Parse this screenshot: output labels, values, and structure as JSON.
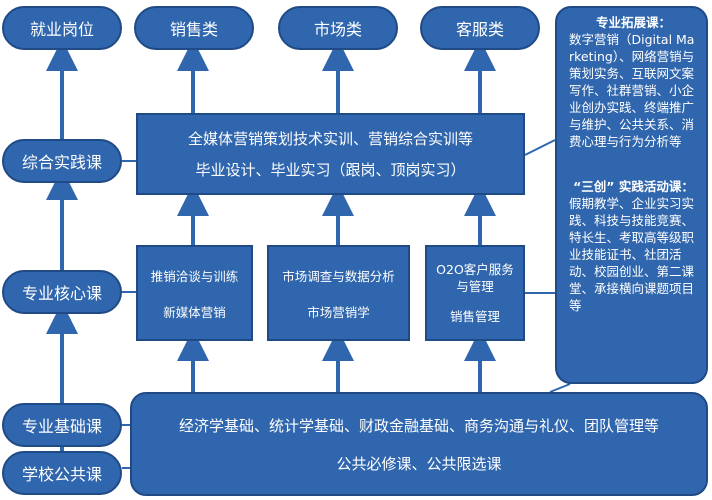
{
  "careers": {
    "label": "就业岗位",
    "items": [
      "销售类",
      "市场类",
      "客服类"
    ]
  },
  "levels": {
    "practice": "综合实践课",
    "core": "专业核心课",
    "basic": "专业基础课",
    "public": "学校公共课"
  },
  "practice_box": {
    "line1": "全媒体营销策划技术实训、营销综合实训等",
    "line2": "毕业设计、毕业实习（跟岗、顶岗实习）"
  },
  "core_boxes": [
    {
      "line1": "推销洽谈与训练",
      "line2": "新媒体营销"
    },
    {
      "line1": "市场调查与数据分析",
      "line2": "市场营销学"
    },
    {
      "line1": "O2O客户服务与管理",
      "line2": "销售管理"
    }
  ],
  "basic_box": {
    "line1": "经济学基础、统计学基础、财政金融基础、商务沟通与礼仪、团队管理等",
    "line2": "公共必修课、公共限选课"
  },
  "side_panel": {
    "expand_title": "专业拓展课：",
    "expand_body": "数字营销（Digital Marketing）、网络营销与策划实务、互联网文案写作、社群营销、小企业创办实践、终端推广与维护、公共关系、消费心理与行为分析等",
    "activity_title": "“三创” 实践活动课：",
    "activity_body": "假期教学、企业实习实践、科技与技能竞赛、特长生、考取高等级职业技能证书、社团活动、校园创业、第二课堂、承接横向课题项目等"
  },
  "colors": {
    "box_fill": "#2f66ad",
    "box_border": "#1f4a86",
    "arrow": "#2f66ad"
  }
}
